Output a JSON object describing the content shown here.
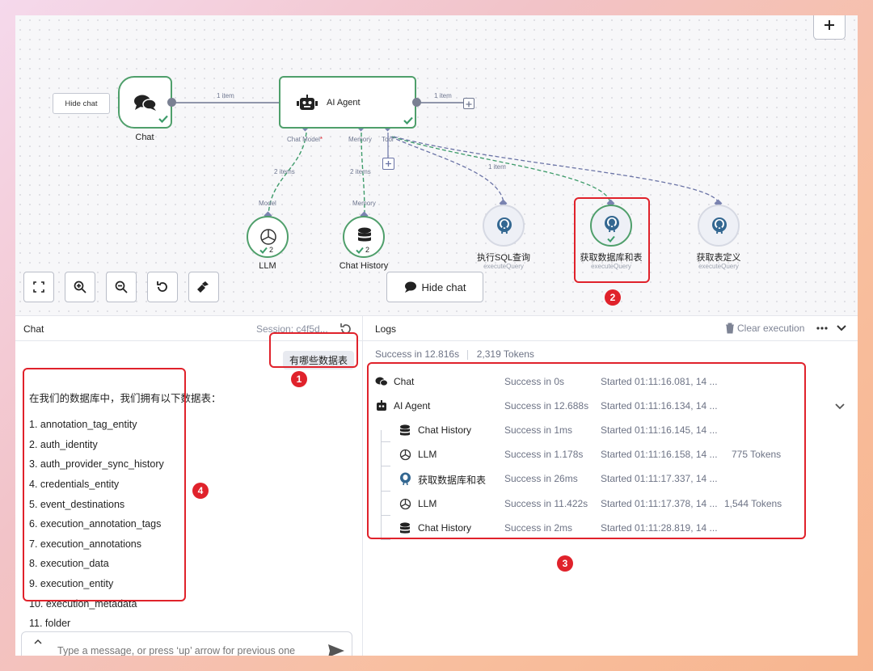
{
  "canvas": {
    "hide_chat_small": "Hide chat",
    "hide_chat_large": "Hide chat",
    "add_icon": "plus-icon",
    "chat_trigger": {
      "title": "Chat",
      "icon": "chat-bubbles-icon"
    },
    "agent": {
      "title": "AI Agent",
      "icon": "robot-icon"
    },
    "edge_label_1": "1 item",
    "edge_label_2": "1 item",
    "edge_label_3": "1 item",
    "port_chat_model": "Chat Model",
    "port_memory": "Memory",
    "port_tool": "Tool",
    "required_mark": "*",
    "items_model": "2 items",
    "items_memory": "2 items",
    "llm": {
      "port": "Model",
      "title": "LLM",
      "count": "2"
    },
    "history": {
      "port": "Memory",
      "title": "Chat History",
      "count": "2"
    },
    "tools": [
      {
        "title": "执行SQL查询",
        "sub": "executeQuery"
      },
      {
        "title": "获取数据库和表",
        "sub": "executeQuery"
      },
      {
        "title": "获取表定义",
        "sub": "executeQuery"
      }
    ],
    "controls": [
      "fit-view-icon",
      "zoom-in-icon",
      "zoom-out-icon",
      "reset-icon",
      "tidy-icon"
    ]
  },
  "chat": {
    "title": "Chat",
    "session": "Session: c4f5d...",
    "user_message": "有哪些数据表",
    "reply_intro": "在我们的数据库中，我们拥有以下数据表：",
    "tables": [
      "1. annotation_tag_entity",
      "2. auth_identity",
      "3. auth_provider_sync_history",
      "4. credentials_entity",
      "5. event_destinations",
      "6. execution_annotation_tags",
      "7. execution_annotations",
      "8. execution_data",
      "9. execution_entity",
      "10. execution_metadata",
      "11. folder"
    ],
    "input_placeholder": "Type a message, or press ‘up’ arrow for previous one"
  },
  "logs": {
    "title": "Logs",
    "clear": "Clear execution",
    "summary_status": "Success in 12.816s",
    "summary_tokens": "2,319 Tokens",
    "rows": [
      {
        "name": "Chat",
        "status": "Success in 0s",
        "started": "Started 01:11:16.081, 14 ...",
        "tokens": "",
        "icon": "chat-icon"
      },
      {
        "name": "AI Agent",
        "status": "Success in 12.688s",
        "started": "Started 01:11:16.134, 14 ...",
        "tokens": "",
        "icon": "robot-icon"
      },
      {
        "name": "Chat History",
        "status": "Success in 1ms",
        "started": "Started 01:11:16.145, 14 ...",
        "tokens": "",
        "icon": "database-icon"
      },
      {
        "name": "LLM",
        "status": "Success in 1.178s",
        "started": "Started 01:11:16.158, 14 ...",
        "tokens": "775 Tokens",
        "icon": "openai-icon"
      },
      {
        "name": "获取数据库和表",
        "status": "Success in 26ms",
        "started": "Started 01:11:17.337, 14 ...",
        "tokens": "",
        "icon": "postgres-icon"
      },
      {
        "name": "LLM",
        "status": "Success in 11.422s",
        "started": "Started 01:11:17.378, 14 ...",
        "tokens": "1,544 Tokens",
        "icon": "openai-icon"
      },
      {
        "name": "Chat History",
        "status": "Success in 2ms",
        "started": "Started 01:11:28.819, 14 ...",
        "tokens": "",
        "icon": "database-icon"
      }
    ]
  },
  "annotations": [
    "1",
    "2",
    "3",
    "4"
  ],
  "colors": {
    "success": "#4f9f6b",
    "connector": "#6b74a6",
    "annotation": "#e0222b"
  }
}
